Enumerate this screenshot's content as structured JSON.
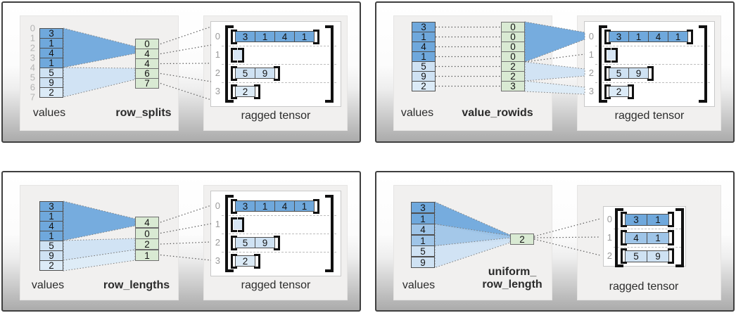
{
  "colors": {
    "dark": "#6fa8dc",
    "medium": "#9fc5e8",
    "light": "#cfe2f3",
    "lighter": "#dcebf7",
    "green": "#d9ead3",
    "empty_row_fill": "#d7e6f5"
  },
  "panels": [
    {
      "name": "row_splits",
      "values_label": "values",
      "param_label_lines": [
        "row_splits"
      ],
      "tensor_label": "ragged tensor",
      "value_indices": [
        "0",
        "1",
        "2",
        "3",
        "4",
        "5",
        "6",
        "7"
      ],
      "values": [
        {
          "v": "3",
          "shade": "dark"
        },
        {
          "v": "1",
          "shade": "dark"
        },
        {
          "v": "4",
          "shade": "dark"
        },
        {
          "v": "1",
          "shade": "dark"
        },
        {
          "v": "5",
          "shade": "light"
        },
        {
          "v": "9",
          "shade": "light"
        },
        {
          "v": "2",
          "shade": "lighter"
        }
      ],
      "param_cells": [
        "0",
        "4",
        "4",
        "6",
        "7"
      ],
      "tensor_rows": [
        {
          "label": "0",
          "shade": "dark",
          "cells": [
            "3",
            "1",
            "4",
            "1"
          ]
        },
        {
          "label": "1",
          "shade": "dark",
          "cells": []
        },
        {
          "label": "2",
          "shade": "light",
          "cells": [
            "5",
            "9"
          ]
        },
        {
          "label": "3",
          "shade": "lighter",
          "cells": [
            "2"
          ]
        }
      ]
    },
    {
      "name": "value_rowids",
      "values_label": "values",
      "param_label_lines": [
        "value_rowids"
      ],
      "tensor_label": "ragged tensor",
      "value_indices": [],
      "values": [
        {
          "v": "3",
          "shade": "dark"
        },
        {
          "v": "1",
          "shade": "dark"
        },
        {
          "v": "4",
          "shade": "dark"
        },
        {
          "v": "1",
          "shade": "dark"
        },
        {
          "v": "5",
          "shade": "light"
        },
        {
          "v": "9",
          "shade": "light"
        },
        {
          "v": "2",
          "shade": "lighter"
        }
      ],
      "param_cells": [
        "0",
        "0",
        "0",
        "0",
        "2",
        "2",
        "3"
      ],
      "tensor_rows": [
        {
          "label": "0",
          "shade": "dark",
          "cells": [
            "3",
            "1",
            "4",
            "1"
          ]
        },
        {
          "label": "1",
          "shade": "dark",
          "cells": []
        },
        {
          "label": "2",
          "shade": "light",
          "cells": [
            "5",
            "9"
          ]
        },
        {
          "label": "3",
          "shade": "lighter",
          "cells": [
            "2"
          ]
        }
      ]
    },
    {
      "name": "row_lengths",
      "values_label": "values",
      "param_label_lines": [
        "row_lengths"
      ],
      "tensor_label": "ragged tensor",
      "value_indices": [],
      "values": [
        {
          "v": "3",
          "shade": "dark"
        },
        {
          "v": "1",
          "shade": "dark"
        },
        {
          "v": "4",
          "shade": "dark"
        },
        {
          "v": "1",
          "shade": "dark"
        },
        {
          "v": "5",
          "shade": "light"
        },
        {
          "v": "9",
          "shade": "light"
        },
        {
          "v": "2",
          "shade": "lighter"
        }
      ],
      "param_cells": [
        "4",
        "0",
        "2",
        "1"
      ],
      "tensor_rows": [
        {
          "label": "0",
          "shade": "dark",
          "cells": [
            "3",
            "1",
            "4",
            "1"
          ]
        },
        {
          "label": "1",
          "shade": "dark",
          "cells": []
        },
        {
          "label": "2",
          "shade": "light",
          "cells": [
            "5",
            "9"
          ]
        },
        {
          "label": "3",
          "shade": "lighter",
          "cells": [
            "2"
          ]
        }
      ]
    },
    {
      "name": "uniform_row_length",
      "values_label": "values",
      "param_label_lines": [
        "uniform_",
        "row_length"
      ],
      "tensor_label": "ragged tensor",
      "value_indices": [],
      "values": [
        {
          "v": "3",
          "shade": "dark"
        },
        {
          "v": "1",
          "shade": "dark"
        },
        {
          "v": "4",
          "shade": "medium"
        },
        {
          "v": "1",
          "shade": "medium"
        },
        {
          "v": "5",
          "shade": "light"
        },
        {
          "v": "9",
          "shade": "light"
        }
      ],
      "param_cells": [
        "2"
      ],
      "tensor_rows": [
        {
          "label": "0",
          "shade": "dark",
          "cells": [
            "3",
            "1"
          ]
        },
        {
          "label": "1",
          "shade": "medium",
          "cells": [
            "4",
            "1"
          ]
        },
        {
          "label": "2",
          "shade": "light",
          "cells": [
            "5",
            "9"
          ]
        }
      ]
    }
  ]
}
